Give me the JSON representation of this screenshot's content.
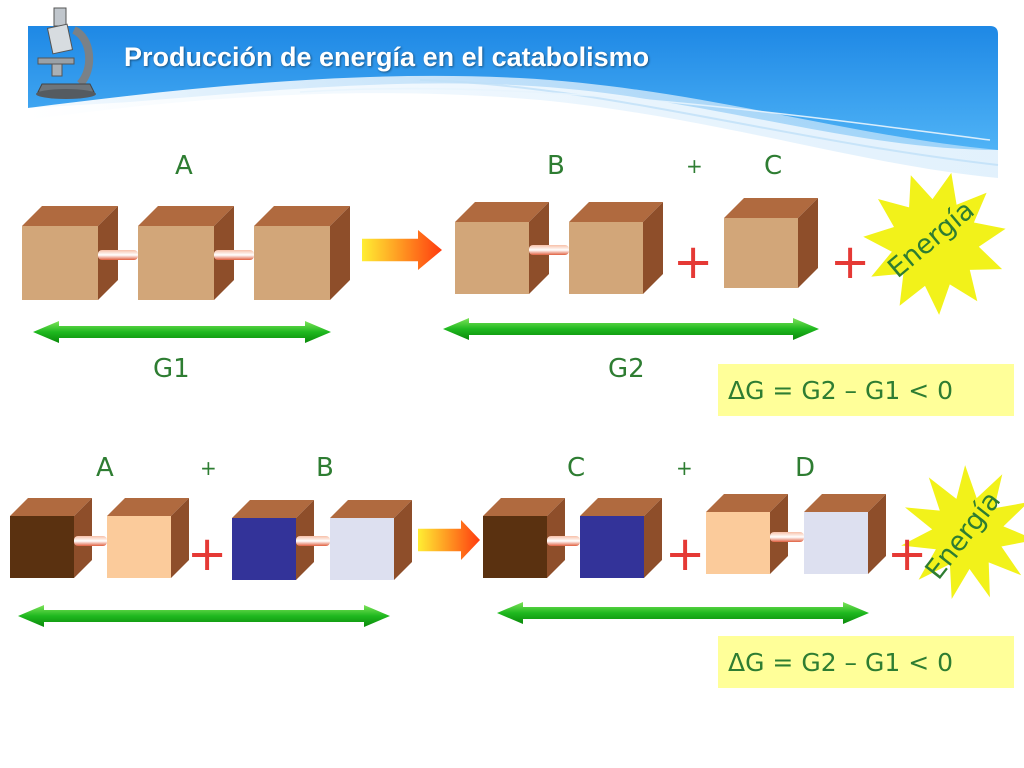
{
  "header": {
    "title": "Producción de energía en el catabolismo"
  },
  "row1": {
    "label_a": "A",
    "label_b": "B",
    "label_plus": "+",
    "label_c": "C",
    "label_g1": "G1",
    "label_g2": "G2",
    "burst_text": "Energía",
    "equation": "ΔG = G2 – G1 < 0"
  },
  "row2": {
    "label_a": "A",
    "label_plus1": "+",
    "label_b": "B",
    "label_c": "C",
    "label_plus2": "+",
    "label_d": "D",
    "burst_text": "Energía",
    "equation": "ΔG = G2 – G1 < 0"
  },
  "symbols": {
    "plus": "+"
  },
  "colors": {
    "tan": "#d2a679",
    "dark_brown": "#5a3110",
    "peach": "#fbcb9b",
    "navy": "#333399",
    "lavender": "#dde0f0",
    "green_label": "#2e7d32",
    "red_plus": "#e53935",
    "burst_yellow": "#f2f21a",
    "equation_bg": "#ffff99"
  }
}
